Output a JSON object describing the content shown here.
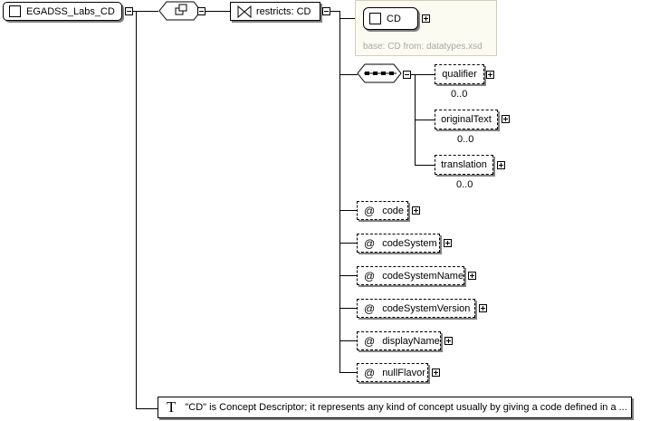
{
  "root": {
    "label": "EGADSS_Labs_CD"
  },
  "restriction": {
    "label": "restricts: CD"
  },
  "base_type": {
    "label": "CD",
    "note": "base: CD from: datatypes.xsd"
  },
  "elements": [
    {
      "label": "qualifier",
      "occurrence": "0..0"
    },
    {
      "label": "originalText",
      "occurrence": "0..0"
    },
    {
      "label": "translation",
      "occurrence": "0..0"
    }
  ],
  "attributes": [
    {
      "label": "code"
    },
    {
      "label": "codeSystem"
    },
    {
      "label": "codeSystemName"
    },
    {
      "label": "codeSystemVersion"
    },
    {
      "label": "displayName"
    },
    {
      "label": "nullFlavor"
    }
  ],
  "attribute_symbol": "@",
  "annotation": {
    "icon": "T",
    "text": "\"CD\" is Concept Descriptor; it represents any kind of concept usually by giving a code defined in a ..."
  }
}
